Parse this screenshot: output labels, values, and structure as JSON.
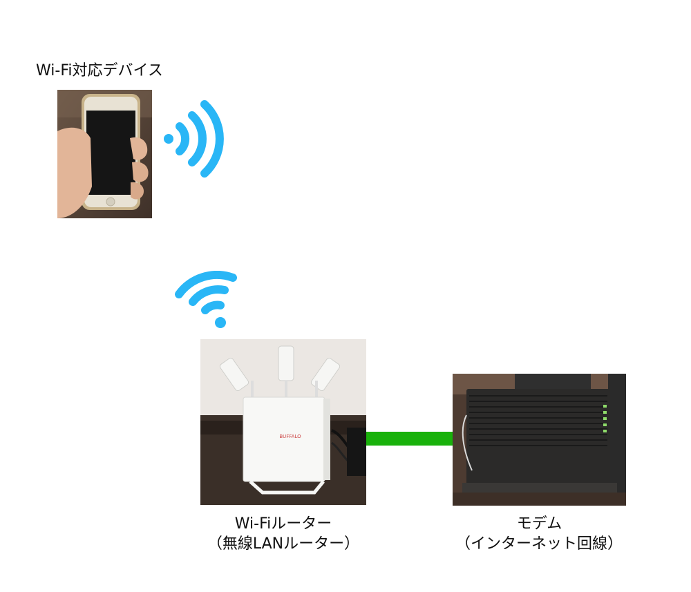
{
  "device": {
    "label": "Wi-Fi対応デバイス"
  },
  "router": {
    "label_line1": "Wi-Fiルーター",
    "label_line2": "（無線LANルーター）",
    "brand": "BUFFALO"
  },
  "modem": {
    "label_line1": "モデム",
    "label_line2": "（インターネット回線）"
  },
  "colors": {
    "wifi_signal": "#29b6f6",
    "connection_cable": "#19b10b"
  },
  "icons": {
    "device_signal": "wifi-waves-icon",
    "router_signal": "wifi-icon"
  }
}
